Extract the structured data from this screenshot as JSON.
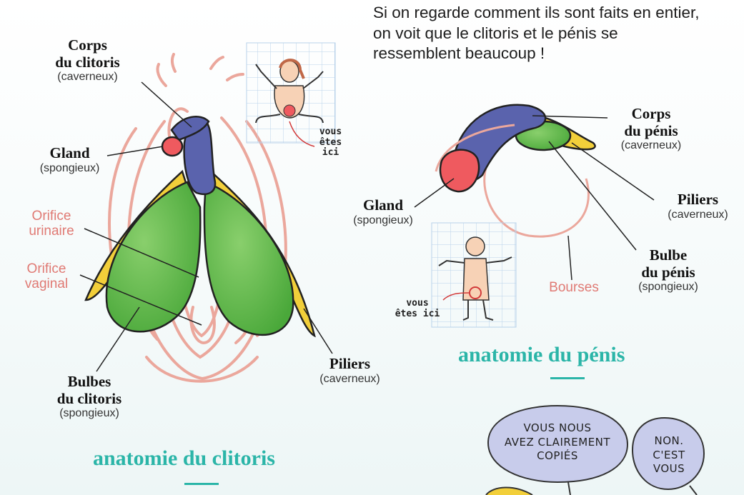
{
  "intro": "Si on regarde comment ils sont faits en entier, on voit que le clitoris et le pénis se ressemblent beaucoup !",
  "clitoris": {
    "title": "anatomie du clitoris",
    "corps": {
      "label": "Corps\ndu clitoris",
      "sub": "(caverneux)"
    },
    "gland": {
      "label": "Gland",
      "sub": "(spongieux)"
    },
    "orifice_urinaire": "Orifice\nurinaire",
    "orifice_vaginal": "Orifice\nvaginal",
    "bulbes": {
      "label": "Bulbes\ndu clitoris",
      "sub": "(spongieux)"
    },
    "piliers": {
      "label": "Piliers",
      "sub": "(caverneux)"
    },
    "you_are_here": "vous\nêtes\nici"
  },
  "penis": {
    "title": "anatomie du pénis",
    "corps": {
      "label": "Corps\ndu pénis",
      "sub": "(caverneux)"
    },
    "gland": {
      "label": "Gland",
      "sub": "(spongieux)"
    },
    "piliers": {
      "label": "Piliers",
      "sub": "(caverneux)"
    },
    "bulbe": {
      "label": "Bulbe\ndu pénis",
      "sub": "(spongieux)"
    },
    "bourses": "Bourses",
    "you_are_here": "vous\nêtes ici"
  },
  "comic": {
    "bubble1": "VOUS NOUS\nAVEZ CLAIREMENT\nCOPIÉS",
    "bubble2": "NON.\nC'EST\nVOUS"
  },
  "colors": {
    "green": "#5bb847",
    "yellow": "#f2cf3a",
    "blue": "#5a63ad",
    "glans": "#ef5a5f",
    "outline_pink": "#eba79c",
    "teal": "#2bb5a8"
  }
}
